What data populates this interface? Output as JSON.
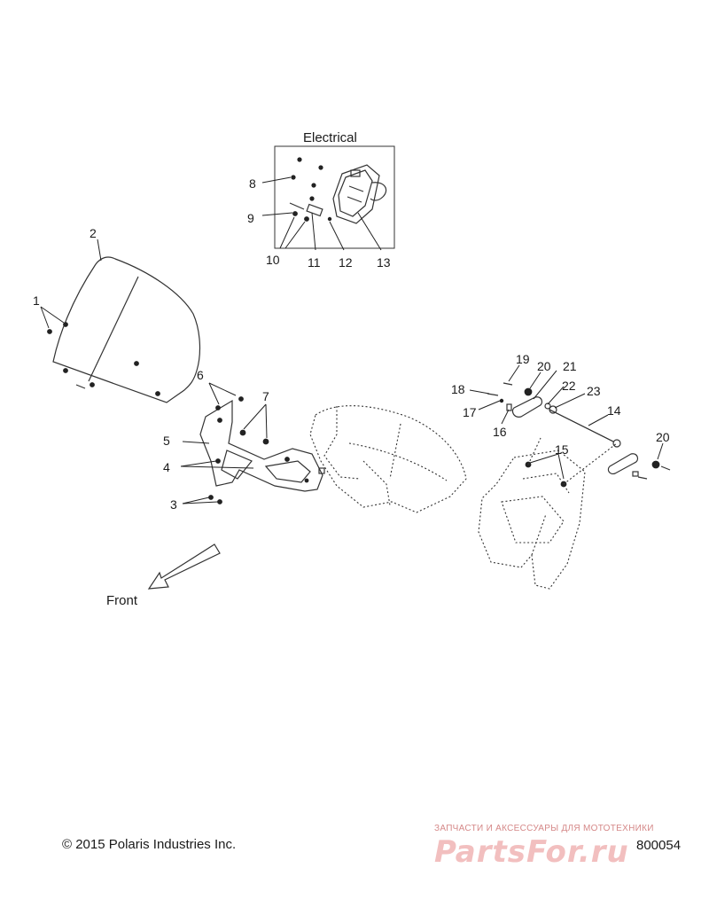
{
  "sections": {
    "electrical_title": "Electrical"
  },
  "callouts": {
    "c1": "1",
    "c2": "2",
    "c3": "3",
    "c4": "4",
    "c5": "5",
    "c6": "6",
    "c7": "7",
    "c8": "8",
    "c9": "9",
    "c10": "10",
    "c11": "11",
    "c12": "12",
    "c13": "13",
    "c14": "14",
    "c15": "15",
    "c16": "16",
    "c17": "17",
    "c18": "18",
    "c19": "19",
    "c20a": "20",
    "c20b": "20",
    "c21": "21",
    "c22": "22",
    "c23": "23"
  },
  "direction": {
    "label": "Front"
  },
  "footer": {
    "copyright": "© 2015 Polaris Industries Inc.",
    "diagram_id": "800054",
    "watermark_tagline": "ЗАПЧАСТИ И АКСЕССУАРЫ ДЛЯ МОТОТЕХНИКИ",
    "watermark_logo": "PartsFor.ru"
  }
}
